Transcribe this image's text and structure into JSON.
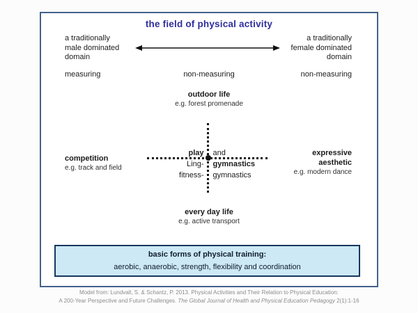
{
  "title": "the field of physical activity",
  "gender_axis": {
    "left_lines": [
      "a traditionally",
      "male dominated",
      "domain"
    ],
    "right_lines": [
      "a traditionally",
      "female dominated",
      "domain"
    ]
  },
  "measuring_row": {
    "left": "measuring",
    "center": "non-measuring",
    "right": "non-measuring"
  },
  "outdoor": {
    "label": "outdoor life",
    "example": "e.g. forest promenade"
  },
  "cross": {
    "row1_left": "play",
    "row1_right": "and",
    "row2_left": "Ling-",
    "row2_right": "gymnastics",
    "row3_left": "fitness-",
    "row3_right": "gymnastics"
  },
  "competition": {
    "label": "competition",
    "example": "e.g. track and field"
  },
  "expressive": {
    "label_line1": "expressive",
    "label_line2": "aesthetic",
    "example": "e.g. modern dance"
  },
  "everyday": {
    "label": "every day life",
    "example": "e.g. active transport"
  },
  "training_box": {
    "title": "basic forms of physical training:",
    "content": "aerobic, anaerobic, strength, flexibility and coordination"
  },
  "caption": {
    "line1": "Model from: Lundvall, S. & Schantz, P. 2013. Physical Activities and Their Relation to Physical Education:",
    "line2_prefix": "A 200-Year Perspective and Future Challenges. ",
    "line2_italic": "The Global Journal of Health and Physical Education Pedagogy",
    "line2_suffix": " 2(1):1-16"
  },
  "colors": {
    "title_text": "#2f2f9d",
    "frame_border": "#44618c",
    "training_box_fill": "#cde9f6",
    "training_box_border": "#17375e",
    "caption_text": "#8c8c8c",
    "axis_dots": "#151515"
  }
}
